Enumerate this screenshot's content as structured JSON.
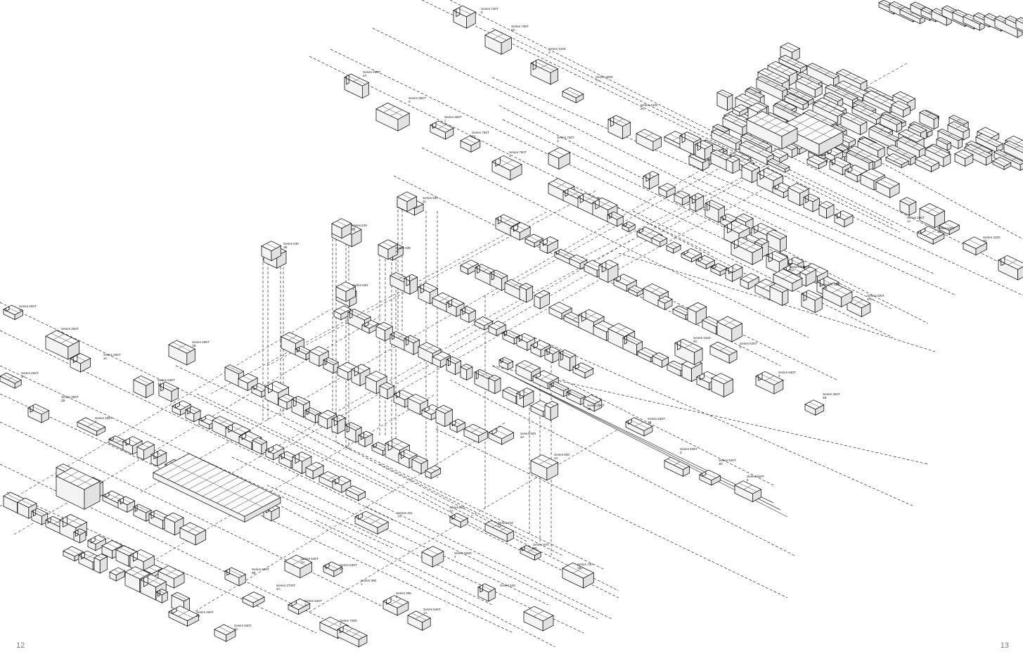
{
  "page_numbers": {
    "left": "12",
    "right": "13"
  },
  "labels": [
    {
      "series": "Series 730T",
      "code": "8"
    },
    {
      "series": "Series 730T",
      "code": "8A"
    },
    {
      "series": "Series 3100",
      "code": "3"
    },
    {
      "series": "Series 3000",
      "code": "7A"
    },
    {
      "series": "Series 3100",
      "code": "3C"
    },
    {
      "series": "Series 250T",
      "code": "2A"
    },
    {
      "series": "Series 350T",
      "code": "9"
    },
    {
      "series": "Series 250T",
      "code": "1"
    },
    {
      "series": "Series 750T",
      "code": "4A"
    },
    {
      "series": "Series 750T",
      "code": "1"
    },
    {
      "series": "Series 750T",
      "code": "3"
    },
    {
      "series": "Series 530",
      "code": "11"
    },
    {
      "series": "Series 530",
      "code": "3B"
    },
    {
      "series": "Series 530",
      "code": "3B"
    },
    {
      "series": "Series 530",
      "code": "1"
    },
    {
      "series": "Series 530",
      "code": "3C"
    },
    {
      "series": "Series 250T",
      "code": "2A"
    },
    {
      "series": "Series 250T",
      "code": "1"
    },
    {
      "series": "Series 250T",
      "code": "3A"
    },
    {
      "series": "Series 250T",
      "code": "1B"
    },
    {
      "series": "Series 530T",
      "code": "4A"
    },
    {
      "series": "Series 250T",
      "code": "2A"
    },
    {
      "series": "Series 350T",
      "code": "2B"
    },
    {
      "series": "Series 250T",
      "code": "1"
    },
    {
      "series": "Series 3100",
      "code": "3C"
    },
    {
      "series": "Series 250T",
      "code": "1A"
    },
    {
      "series": "Series 530T",
      "code": "3C"
    },
    {
      "series": "Series 3100",
      "code": "8A"
    },
    {
      "series": "Series 750",
      "code": "2B"
    },
    {
      "series": "Series 530T",
      "code": "4AA"
    },
    {
      "series": "Series 3100",
      "code": "3C"
    },
    {
      "series": "Series 530T",
      "code": "9"
    },
    {
      "series": "Series 530T",
      "code": "4"
    },
    {
      "series": "Series 350T",
      "code": "4B"
    },
    {
      "series": "Series 530T",
      "code": "1B"
    },
    {
      "series": "Series 530T",
      "code": "3"
    },
    {
      "series": "Series 530T",
      "code": "3D"
    },
    {
      "series": "Series 530T",
      "code": "5"
    },
    {
      "series": "Series 350T",
      "code": "4B"
    },
    {
      "series": "Series 800",
      "code": "3A"
    },
    {
      "series": "Series 800",
      "code": "3A"
    },
    {
      "series": "Series 301",
      "code": "7A"
    },
    {
      "series": "Series 800",
      "code": "2A"
    },
    {
      "series": "Series 910",
      "code": "3A"
    },
    {
      "series": "Series 970",
      "code": "4B"
    },
    {
      "series": "Series 5200",
      "code": "4"
    },
    {
      "series": "Series 730",
      "code": "1B"
    },
    {
      "series": "Series 540",
      "code": ""
    },
    {
      "series": "Series 530T",
      "code": "6B"
    },
    {
      "series": "Series 530T",
      "code": "2A"
    },
    {
      "series": "Series 530T",
      "code": "1A"
    },
    {
      "series": "Series 3730T",
      "code": "4A"
    },
    {
      "series": "Series 350",
      "code": "1"
    },
    {
      "series": "Series 360",
      "code": "2"
    },
    {
      "series": "Series 540T",
      "code": "1A"
    },
    {
      "series": "Series 250T",
      "code": "2B"
    },
    {
      "series": "Series 530T",
      "code": "4A"
    },
    {
      "series": "Series 530T",
      "code": "3"
    },
    {
      "series": "Series 7000",
      "code": "2"
    }
  ]
}
